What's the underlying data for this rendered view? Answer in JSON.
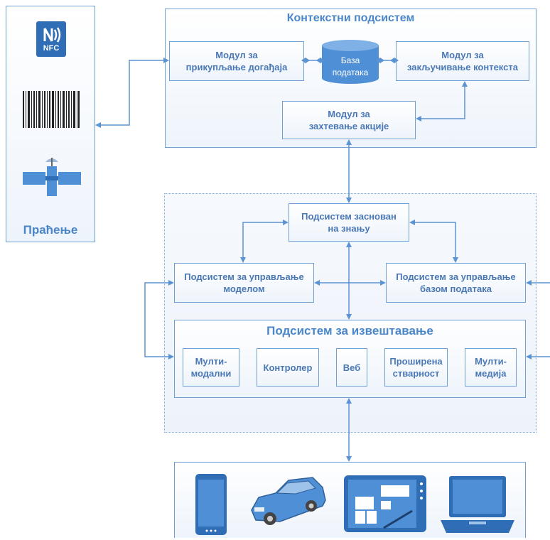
{
  "tracking": {
    "title": "Праћење",
    "nfc_label": "NFC"
  },
  "context": {
    "title": "Контекстни подсистем",
    "module_collect": "Модул за\nприкупљање догађаја",
    "database": "База\nподатака",
    "module_infer": "Модул за\nзакључивање контекста",
    "module_action": "Модул за\nзахтевање акције"
  },
  "core": {
    "knowledge": "Подсистем заснован\nна знању",
    "model_mgmt": "Подсистем за управљање\nмоделом",
    "db_mgmt": "Подсистем за управљање\nбазом података"
  },
  "reporting": {
    "title": "Подсистем за извештавање",
    "items": [
      "Мулти-\nмодални",
      "Контролер",
      "Веб",
      "Проширена\nстварност",
      "Мулти-\nмедија"
    ]
  },
  "devices": {
    "icons": [
      "smartphone-icon",
      "car-icon",
      "tablet-stylus-icon",
      "laptop-icon"
    ]
  },
  "colors": {
    "accent": "#4a86c9",
    "border": "#6f9fd3",
    "icon_fill": "#4f8fd6"
  }
}
